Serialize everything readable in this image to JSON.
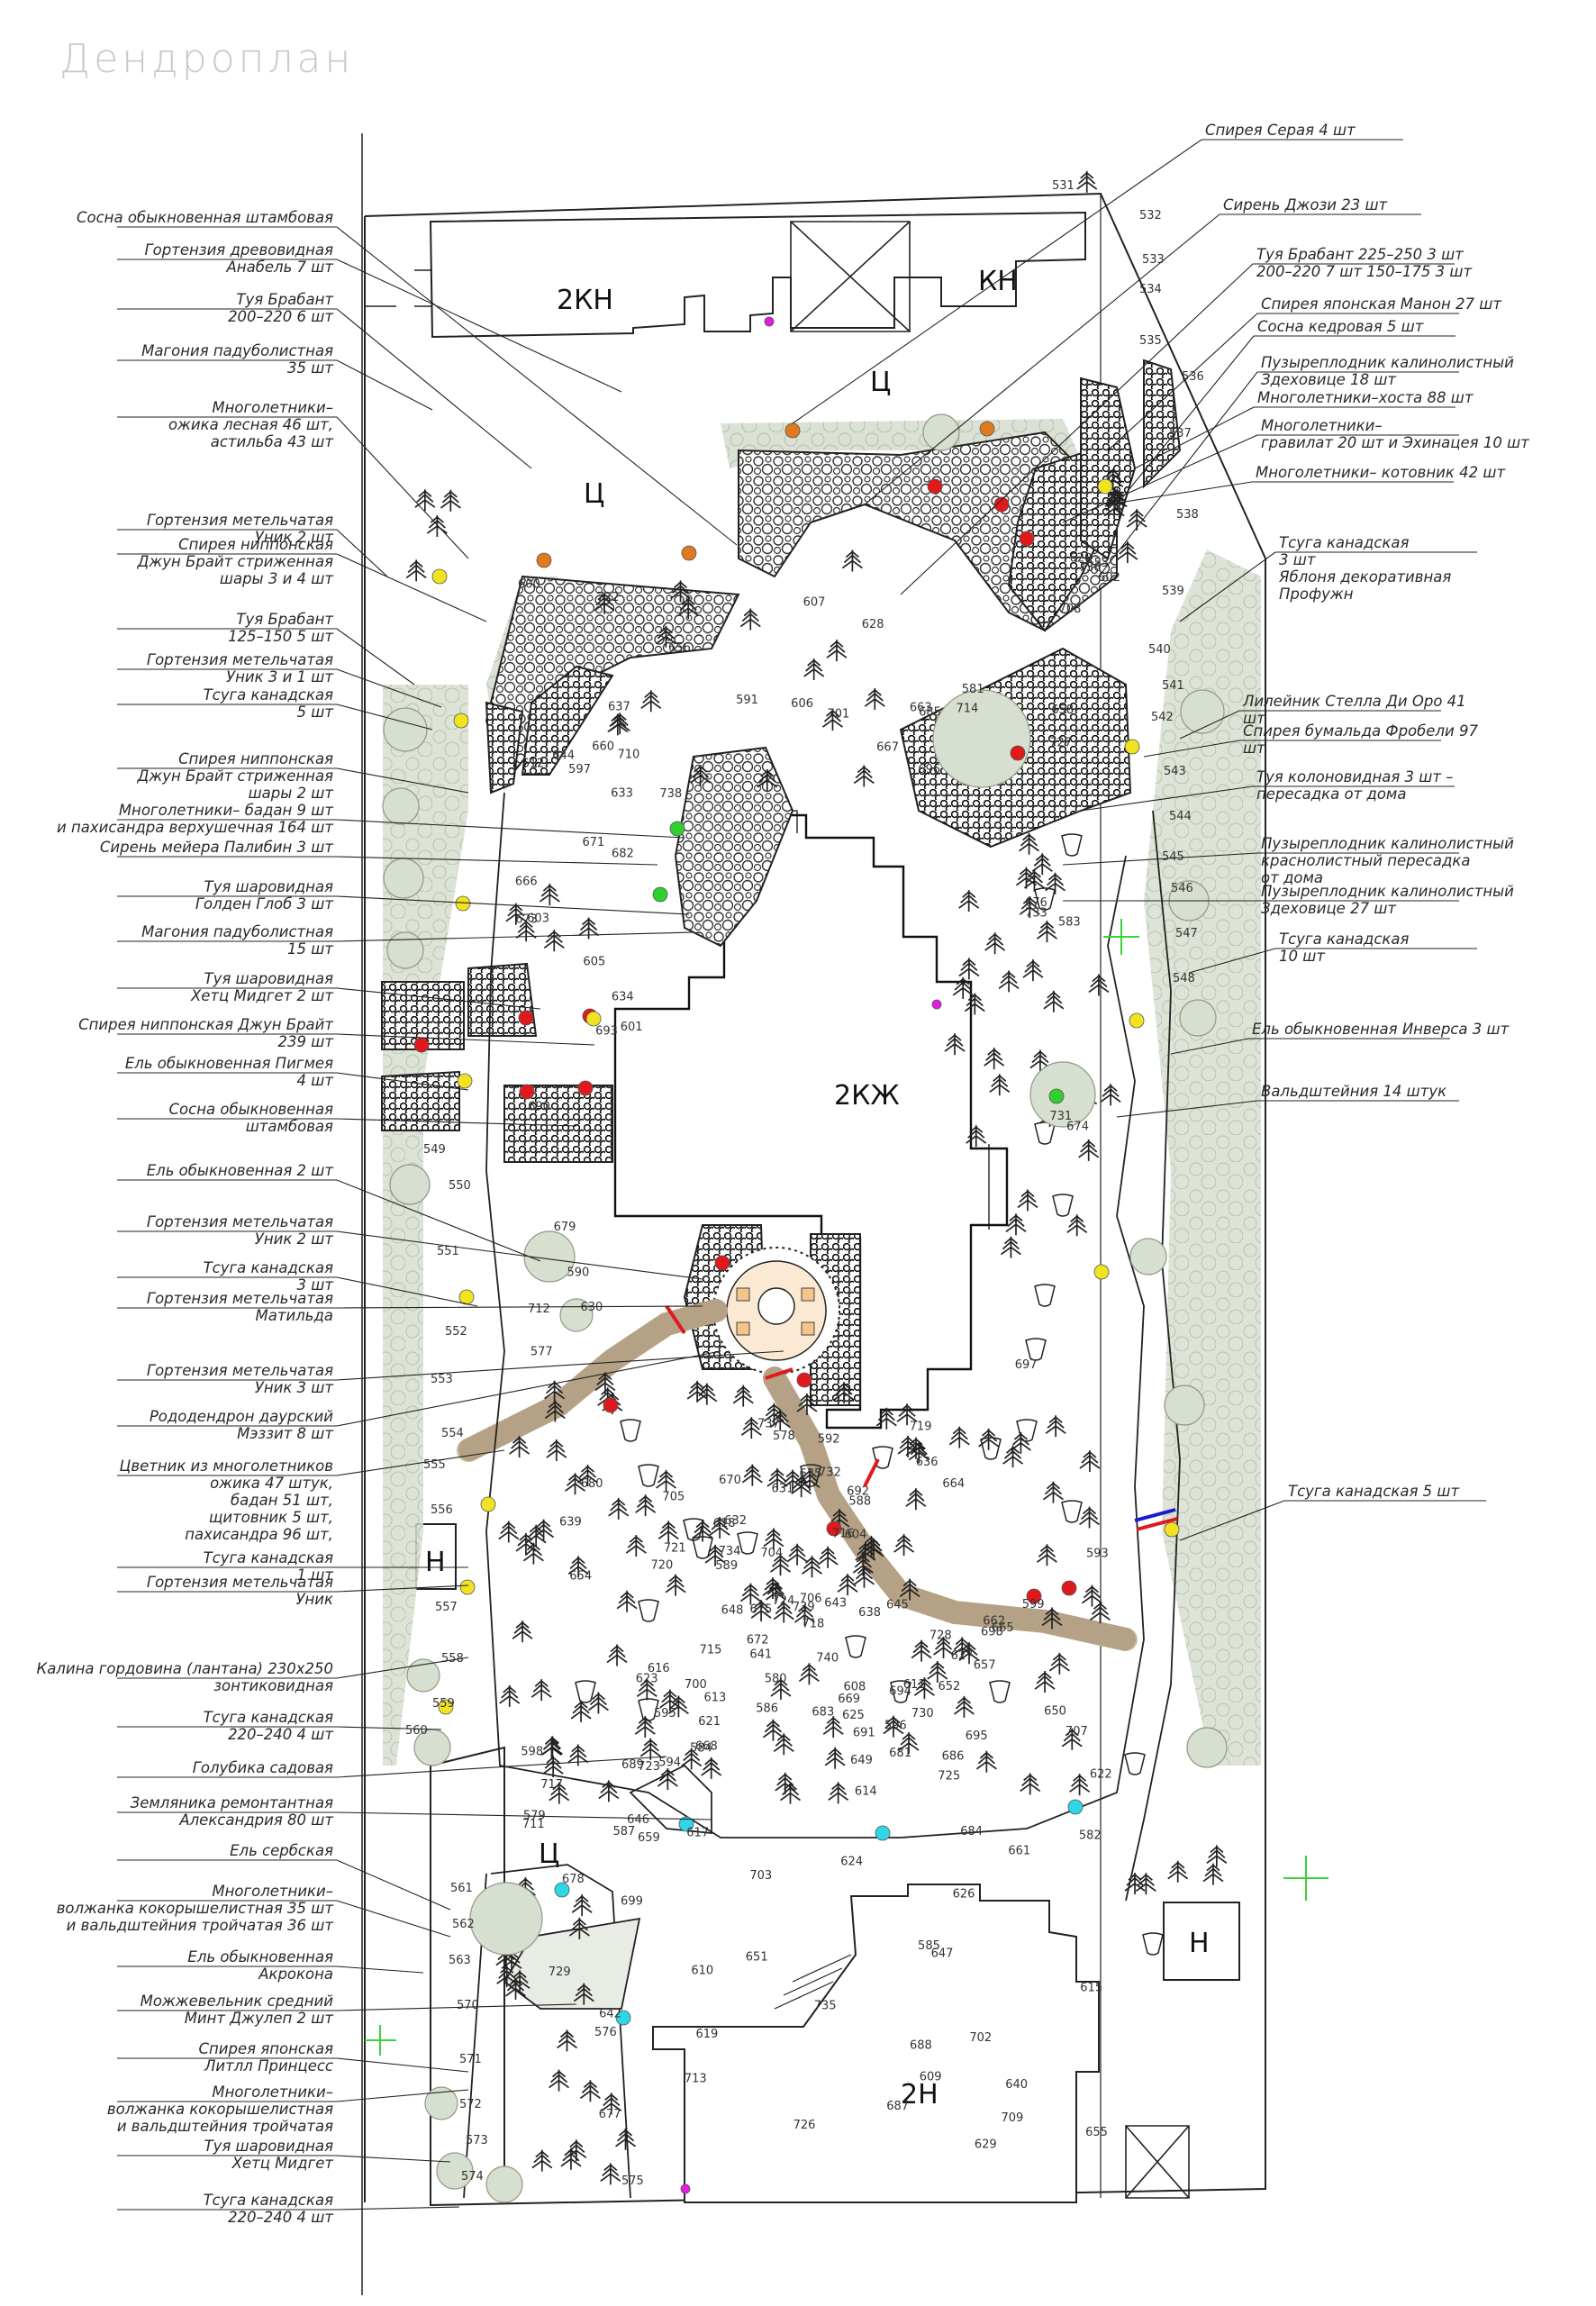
{
  "page": {
    "title": "Дендроплан"
  },
  "buildings": {
    "b2kn": "2КН",
    "bkn": "КН",
    "b2kzh": "2КЖ",
    "b2n": "2Н",
    "bn1": "Н",
    "bn2": "Н"
  },
  "zones": {
    "c1": "Ц",
    "c2": "Ц",
    "c3": "Ц"
  },
  "colors": {
    "line": "#222222",
    "hedge": "#cfd8c8",
    "path": "#d8c4a6",
    "red": "#e0191d",
    "yellow": "#f2e321",
    "green": "#2fd02f",
    "orange": "#e07a20",
    "cyan": "#2ed6e6",
    "magenta": "#e619e6",
    "cross": "#3ad23a"
  },
  "labels_left": [
    [
      "Сосна обыкновенная штамбовая"
    ],
    [
      "Гортензия древовидная",
      "Анабель 7 шт"
    ],
    [
      "Туя Брабант",
      "200–220  6 шт"
    ],
    [
      "Магония падуболистная",
      "35 шт"
    ],
    [
      "Многолетники–",
      "ожика лесная 46 шт,",
      "астильба 43 шт"
    ],
    [
      "Гортензия метельчатая",
      "Уник 2 шт"
    ],
    [
      "Спирея ниппонская",
      "Джун Брайт стриженная",
      "шары 3 и 4 шт"
    ],
    [
      "Туя Брабант",
      "125–150  5 шт"
    ],
    [
      "Гортензия метельчатая",
      "Уник 3 и 1 шт"
    ],
    [
      "Тсуга канадская",
      "5 шт"
    ],
    [
      "Спирея ниппонская",
      "Джун Брайт стриженная",
      "шары 2 шт"
    ],
    [
      "Многолетники– бадан 9 шт",
      "и пахисандра верхушечная 164 шт"
    ],
    [
      "Сирень мейера Палибин 3 шт"
    ],
    [
      "Туя шаровидная",
      "Голден Глоб 3 шт"
    ],
    [
      "Магония падуболистная",
      "15 шт"
    ],
    [
      "Туя шаровидная",
      "Хетц Мидгет 2 шт"
    ],
    [
      "Спирея ниппонская Джун Брайт",
      "239 шт"
    ],
    [
      "Ель обыкновенная Пигмея",
      "4 шт"
    ],
    [
      "Сосна обыкновенная",
      "штамбовая"
    ],
    [
      "Ель обыкновенная 2 шт"
    ],
    [
      "Гортензия метельчатая",
      "Уник 2 шт"
    ],
    [
      "Тсуга канадская",
      "3 шт"
    ],
    [
      "Гортензия метельчатая",
      "Матильда"
    ],
    [
      "Гортензия метельчатая",
      "Уник 3 шт"
    ],
    [
      "Рододендрон даурский",
      "Мэззит 8 шт"
    ],
    [
      "Цветник из многолетников",
      "ожика 47 штук,",
      "бадан 51 шт,",
      "щитовник 5 шт,",
      "пахисандра 96 шт,"
    ],
    [
      "Тсуга канадская",
      "1 шт"
    ],
    [
      "Гортензия метельчатая",
      "Уник"
    ],
    [
      "Калина гордовина (лантана) 230х250",
      "зонтиковидная"
    ],
    [
      "Тсуга канадская",
      "220–240  4 шт"
    ],
    [
      "Голубика садовая"
    ],
    [
      "Земляника ремонтантная",
      "Александрия 80 шт"
    ],
    [
      "Ель сербская"
    ],
    [
      "Многолетники–",
      "волжанка кокорышелистная 35 шт",
      "и вальдштейния тройчатая 36 шт"
    ],
    [
      "Ель обыкновенная",
      "Акрокона"
    ],
    [
      "Можжевельник средний",
      "Минт Джулеп 2 шт"
    ],
    [
      "Спирея японская",
      "Литлл Принцесс"
    ],
    [
      "Многолетники–",
      "волжанка кокорышелистная",
      "и вальдштейния тройчатая"
    ],
    [
      "Туя шаровидная",
      "Хетц Мидгет"
    ],
    [
      "Тсуга канадская",
      "220–240  4 шт"
    ]
  ],
  "labels_right": [
    [
      "Спирея Серая 4 шт"
    ],
    [
      "Сирень Джози 23 шт"
    ],
    [
      "Туя Брабант 225–250 3 шт",
      "200–220 7 шт 150–175 3 шт"
    ],
    [
      "Спирея японская Манон 27 шт"
    ],
    [
      "Сосна кедровая 5 шт"
    ],
    [
      "Пузыреплодник калинолистный",
      "Здеховице 18 шт"
    ],
    [
      "Многолетники–хоста 88 шт"
    ],
    [
      "Многолетники–",
      "гравилат 20 шт и Эхинацея 10 шт"
    ],
    [
      "Многолетники– котовник 42 шт"
    ],
    [
      "Тсуга канадская",
      "3 шт",
      "Яблоня декоративная",
      "Профужн"
    ],
    [
      "Лилейник Стелла Ди Оро 41",
      "шт"
    ],
    [
      "Спирея бумальда Фробели 97",
      "шт"
    ],
    [
      "Туя колоновидная 3 шт –",
      "пересадка от дома"
    ],
    [
      "Пузыреплодник калинолистный",
      "краснолистный пересадка",
      "от дома"
    ],
    [
      "Пузыреплодник калинолистный",
      "Здеховице 27 шт"
    ],
    [
      "Тсуга канадская",
      "10 шт"
    ],
    [
      "Ель обыкновенная Инверса 3 шт"
    ],
    [
      "Вальдштейния 14 штук"
    ],
    [
      "Тсуга канадская 5 шт"
    ]
  ],
  "numbers": [
    "531",
    "532",
    "533",
    "534",
    "535",
    "536",
    "537",
    "538",
    "539",
    "540",
    "541",
    "542",
    "543",
    "544",
    "545",
    "546",
    "547",
    "548",
    "549",
    "550",
    "551",
    "552",
    "553",
    "554",
    "555",
    "556",
    "557",
    "558",
    "559",
    "560",
    "561",
    "562",
    "563",
    "570",
    "571",
    "572",
    "573",
    "574",
    "575",
    "576",
    "577",
    "578",
    "579",
    "580",
    "581",
    "582",
    "583",
    "584",
    "585",
    "586",
    "587",
    "588",
    "589",
    "590",
    "591",
    "592",
    "593",
    "594",
    "595",
    "596",
    "597",
    "598",
    "599",
    "600",
    "601",
    "602",
    "603",
    "604",
    "605",
    "606",
    "607",
    "608",
    "609",
    "610",
    "611",
    "612",
    "613",
    "614",
    "615",
    "616",
    "617",
    "618",
    "619",
    "620",
    "621",
    "622",
    "623",
    "624",
    "625",
    "626",
    "627",
    "628",
    "629",
    "630",
    "631",
    "632",
    "633",
    "634",
    "635",
    "636",
    "637",
    "638",
    "639",
    "640",
    "641",
    "642",
    "643",
    "644",
    "645",
    "646",
    "647",
    "648",
    "649",
    "650",
    "651",
    "652",
    "653",
    "654",
    "655",
    "656",
    "657",
    "658",
    "659",
    "660",
    "661",
    "662",
    "663",
    "664",
    "665",
    "666",
    "667",
    "668",
    "669",
    "670",
    "671",
    "672",
    "673",
    "674",
    "675",
    "676",
    "677",
    "678",
    "679",
    "680",
    "681",
    "682",
    "683",
    "684",
    "685",
    "686",
    "687",
    "688",
    "689",
    "690",
    "691",
    "692",
    "693",
    "694",
    "695",
    "696",
    "697",
    "698",
    "699",
    "700",
    "701",
    "702",
    "703",
    "704",
    "705",
    "706",
    "707",
    "708",
    "709",
    "710",
    "711",
    "712",
    "713",
    "714",
    "715",
    "716",
    "717",
    "718",
    "719",
    "720",
    "721",
    "722",
    "723",
    "724",
    "725",
    "726",
    "727",
    "728",
    "729",
    "730",
    "731",
    "732",
    "733",
    "734",
    "735",
    "736",
    "737",
    "738",
    "739",
    "740"
  ]
}
